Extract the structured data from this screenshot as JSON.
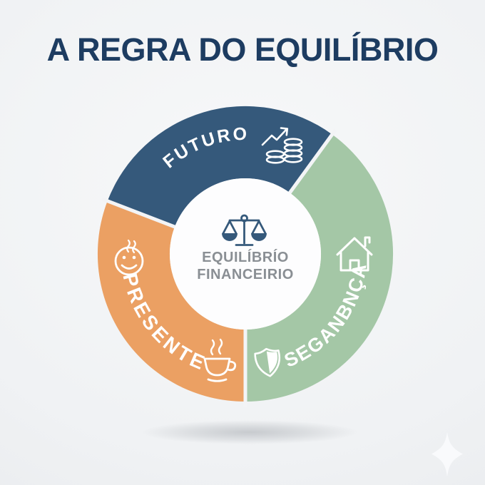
{
  "title": "A REGRA DO EQUILÍBRIO",
  "center": {
    "icon": "balance-scale-icon",
    "line1": "EQUILÍBRÍO",
    "line2": "FINANCEIRIO"
  },
  "segments": [
    {
      "name": "futuro",
      "label": "FUTURO",
      "color": "#35597b",
      "arc_deg": 105,
      "icons": [
        "growth-chart-coins-icon"
      ]
    },
    {
      "name": "seguranca",
      "label": "SEGANBNÇA",
      "color": "#a4c7a6",
      "arc_deg": 144,
      "icons": [
        "house-icon",
        "shield-icon"
      ]
    },
    {
      "name": "presente",
      "label": "PRESENTE",
      "color": "#eba063",
      "arc_deg": 111,
      "icons": [
        "smiley-face-icon",
        "coffee-cup-icon"
      ]
    }
  ],
  "colors": {
    "title": "#1d3c61",
    "background": "#eff1f3",
    "center_circle": "#fdfdfe",
    "center_text": "#8a8f94",
    "segment_label_text": "#ffffff",
    "separator": "#f3f4f6"
  },
  "watermark": "sparkle-icon"
}
